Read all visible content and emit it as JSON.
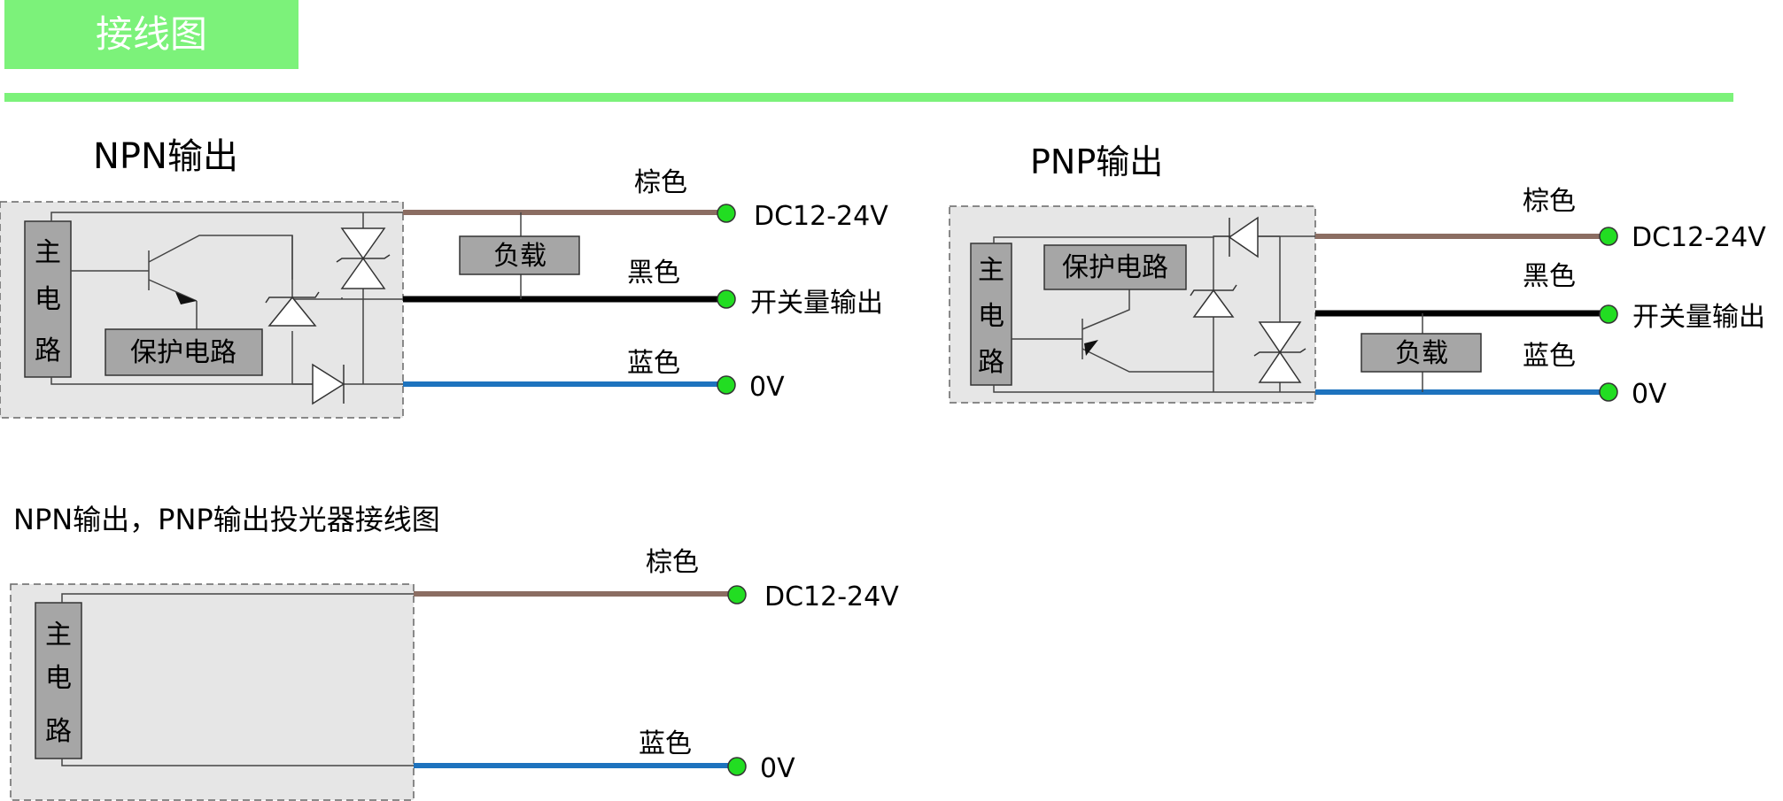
{
  "header": {
    "title": "接线图",
    "accent_color": "#7CF27A"
  },
  "colors": {
    "brown": "#8B6D62",
    "black": "#000000",
    "blue": "#1E73BE",
    "terminal": "#22DD22",
    "box_fill": "#E6E6E6",
    "block_fill": "#A6A6A6"
  },
  "npn": {
    "title": "NPN输出",
    "main_circuit_chars": [
      "主",
      "电",
      "路"
    ],
    "protect_label": "保护电路",
    "load_label": "负载",
    "wires": [
      {
        "color_name": "棕色",
        "terminal": "DC12-24V"
      },
      {
        "color_name": "黑色",
        "terminal": "开关量输出"
      },
      {
        "color_name": "蓝色",
        "terminal": "0V"
      }
    ]
  },
  "pnp": {
    "title": "PNP输出",
    "main_circuit_chars": [
      "主",
      "电",
      "路"
    ],
    "protect_label": "保护电路",
    "load_label": "负载",
    "wires": [
      {
        "color_name": "棕色",
        "terminal": "DC12-24V"
      },
      {
        "color_name": "黑色",
        "terminal": "开关量输出"
      },
      {
        "color_name": "蓝色",
        "terminal": "0V"
      }
    ]
  },
  "emitter": {
    "title": "NPN输出，PNP输出投光器接线图",
    "main_circuit_chars": [
      "主",
      "电",
      "路"
    ],
    "wires": [
      {
        "color_name": "棕色",
        "terminal": "DC12-24V"
      },
      {
        "color_name": "蓝色",
        "terminal": "0V"
      }
    ]
  }
}
